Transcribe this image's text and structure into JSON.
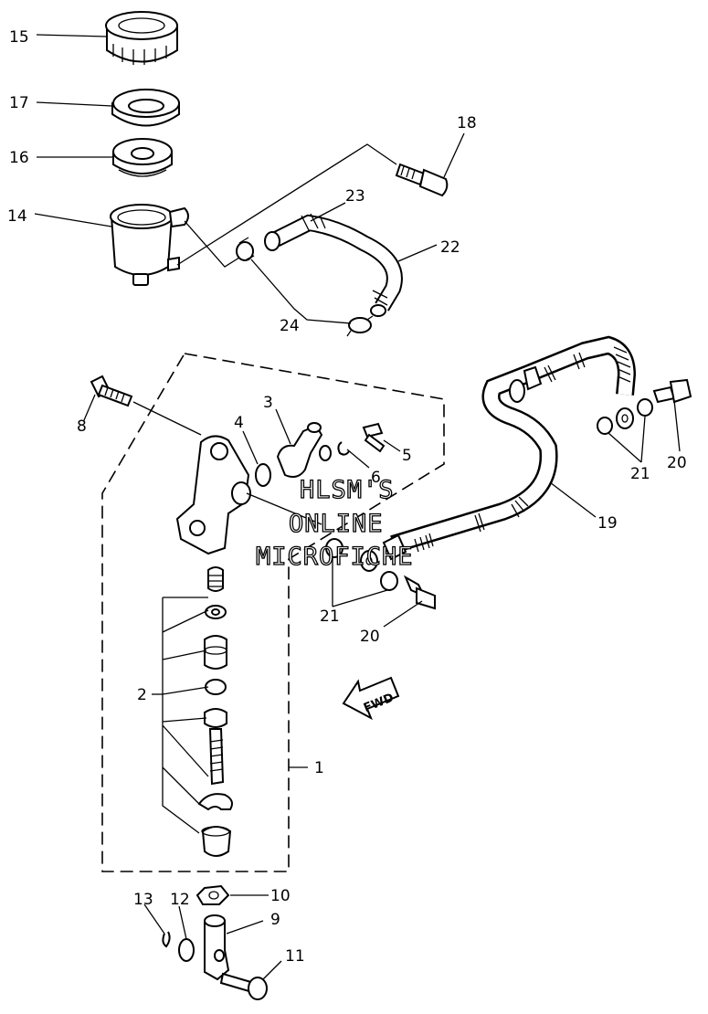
{
  "labels": {
    "l1": "1",
    "l2": "2",
    "l3": "3",
    "l4": "4",
    "l5": "5",
    "l6": "6",
    "l8": "8",
    "l9": "9",
    "l10": "10",
    "l11": "11",
    "l12": "12",
    "l13": "13",
    "l14": "14",
    "l15": "15",
    "l16": "16",
    "l17": "17",
    "l18": "18",
    "l19": "19",
    "l20a": "20",
    "l20b": "20",
    "l21a": "21",
    "l21b": "21",
    "l22": "22",
    "l23": "23",
    "l24": "24"
  },
  "watermark": {
    "line1": "HLSM'S",
    "line2": "ONLINE",
    "line3": "MICROFICHE"
  },
  "fwd_arrow": "FWD"
}
